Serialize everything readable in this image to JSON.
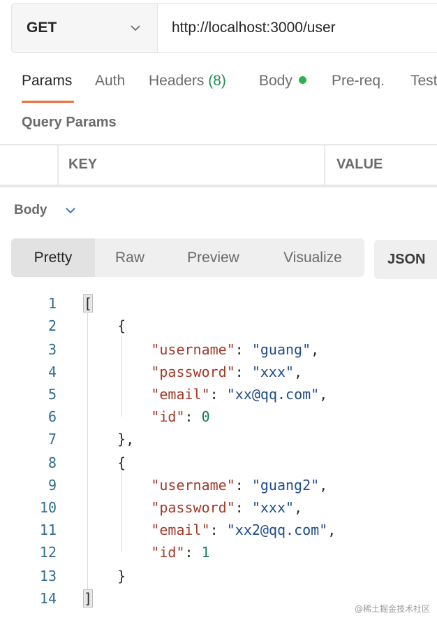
{
  "request": {
    "method": "GET",
    "url": "http://localhost:3000/user"
  },
  "tabs": [
    {
      "label": "Params",
      "count": ""
    },
    {
      "label": "Auth",
      "count": ""
    },
    {
      "label": "Headers ",
      "count": "(8)"
    },
    {
      "label": "Body",
      "count": ""
    },
    {
      "label": "Pre-req.",
      "count": ""
    },
    {
      "label": "Tests",
      "count": ""
    }
  ],
  "query_params": {
    "title": "Query Params",
    "columns": [
      "KEY",
      "VALUE"
    ]
  },
  "body_section": {
    "label": "Body"
  },
  "view_modes": [
    "Pretty",
    "Raw",
    "Preview",
    "Visualize"
  ],
  "active_view": "Pretty",
  "format": "JSON",
  "response_lines": [
    "1",
    "2",
    "3",
    "4",
    "5",
    "6",
    "7",
    "8",
    "9",
    "10",
    "11",
    "12",
    "13",
    "14"
  ],
  "response": [
    {
      "username": "guang",
      "password": "xxx",
      "email": "xx@qq.com",
      "id": "0"
    },
    {
      "username": "guang2",
      "password": "xxx",
      "email": "xx2@qq.com",
      "id": "1"
    }
  ],
  "json_keys": {
    "username": "username",
    "password": "password",
    "email": "email",
    "id": "id"
  },
  "watermark": "@稀土掘金技术社区",
  "colors": {
    "active_tab_underline": "#f26b3a",
    "body_dot": "#2fb34a",
    "json_key": "#a33a2a",
    "json_string": "#1e4c8c",
    "json_number": "#137a63"
  }
}
